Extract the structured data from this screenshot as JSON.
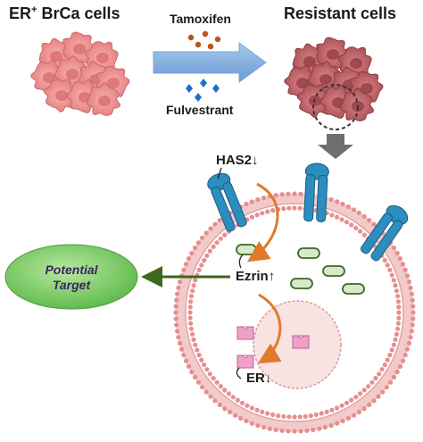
{
  "labels": {
    "er_prefix": "ER",
    "er_superscript": "+",
    "er_suffix": " BrCa cells",
    "resistant": "Resistant cells",
    "tamoxifen": "Tamoxifen",
    "fulvestrant": "Fulvestrant",
    "has2": "HAS2",
    "has2_arrow": "↓",
    "ezrin": "Ezrin",
    "ezrin_arrow": "↑",
    "er_receptor": "ER",
    "er_arrow": "↓",
    "target_line1": "Potential",
    "target_line2": "Target"
  },
  "colors": {
    "cell_light": "#ef8c8c",
    "cell_dark": "#b85c60",
    "arrow_blue": "#8cb4e0",
    "tamoxifen_dot": "#c0501c",
    "fulvestrant_diamond": "#1f6fc8",
    "channel": "#2c8dbf",
    "membrane_pink": "#e8a0a0",
    "ezrin_green": "#d8e8c8",
    "er_pink": "#f0a0c8",
    "target_oval": "#7ccc66",
    "flow_orange": "#e07a2a",
    "green_arrow": "#3c6820",
    "zoom_arrow": "#6e6e6e"
  }
}
